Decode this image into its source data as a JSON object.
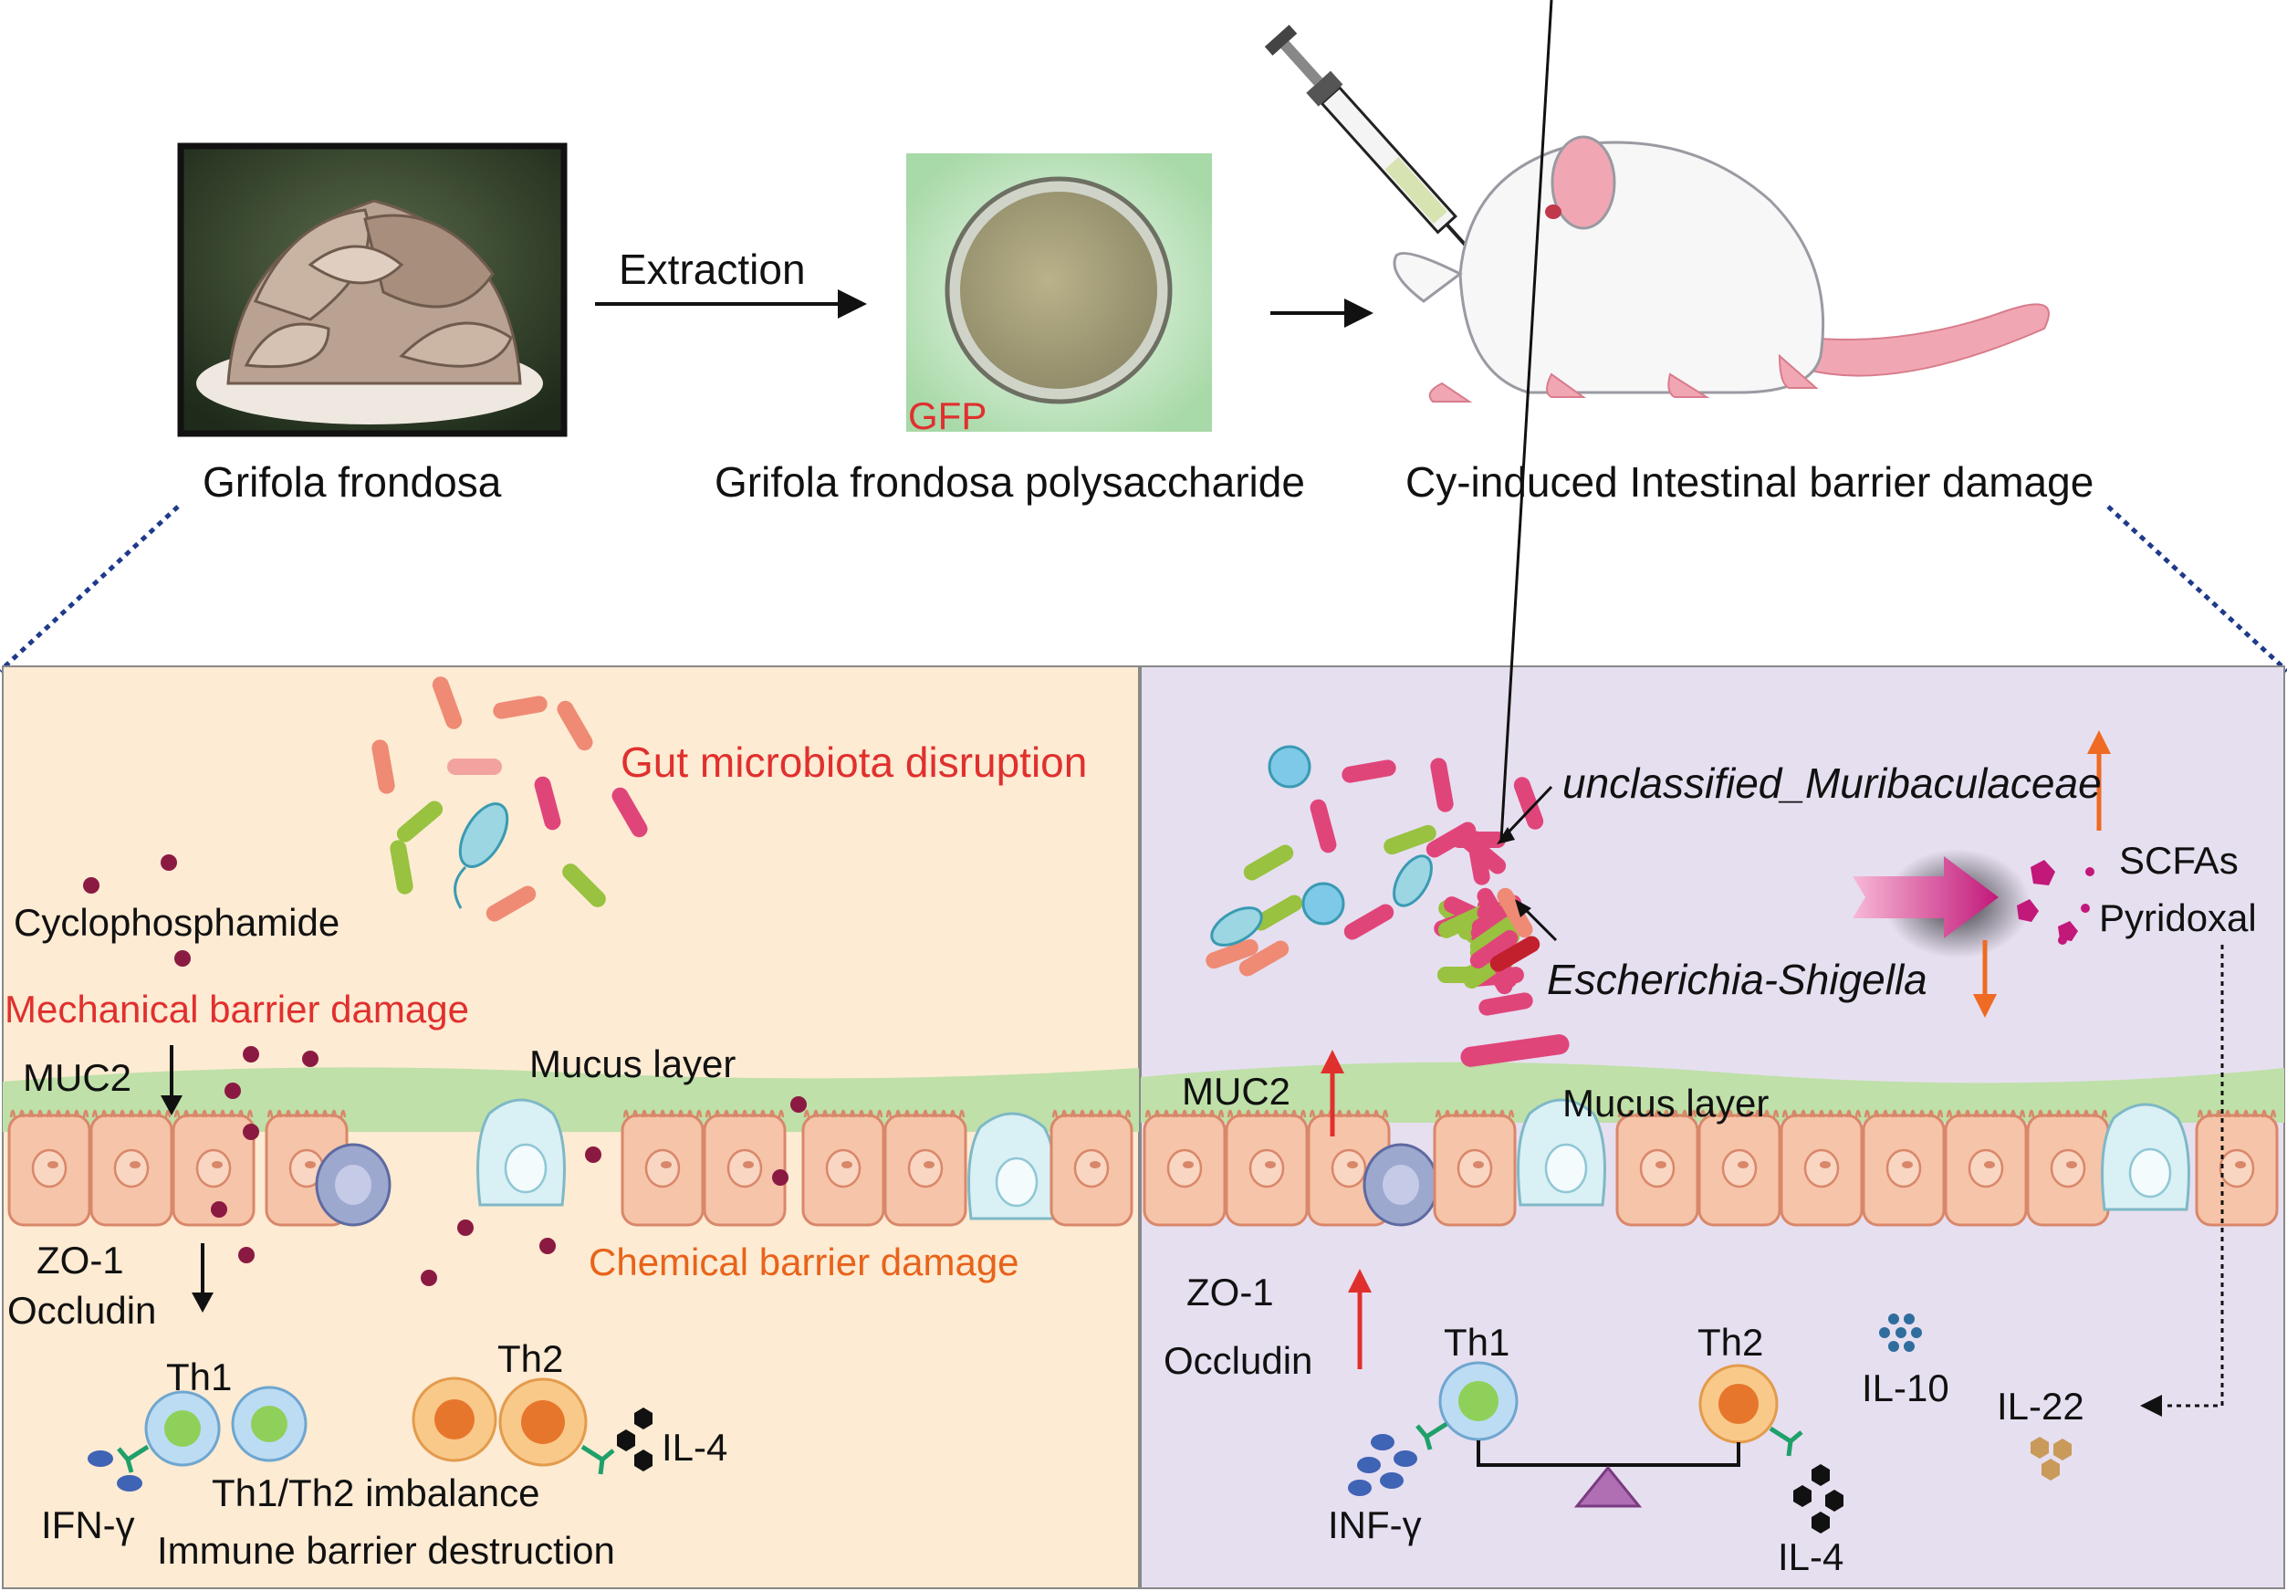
{
  "top": {
    "mushroom_label": "Grifola frondosa",
    "extraction_label": "Extraction",
    "powder_tag": "GFP",
    "polysaccharide_label": "Grifola frondosa polysaccharide",
    "model_label": "Cy-induced Intestinal barrier damage"
  },
  "left_panel": {
    "microbiota": "Gut microbiota disruption",
    "drug": "Cyclophosphamide",
    "mechanical": "Mechanical barrier damage",
    "muc2": "MUC2",
    "mucus": "Mucus layer",
    "zo1": "ZO-1",
    "occludin": "Occludin",
    "chemical": "Chemical barrier damage",
    "th1": "Th1",
    "th2": "Th2",
    "il4": "IL-4",
    "ifn": "IFN-γ",
    "imbalance": "Th1/Th2 imbalance",
    "immune": "Immune barrier destruction"
  },
  "right_panel": {
    "bacteria_1": "unclassified_Muribaculaceae",
    "bacteria_2": "Escherichia-Shigella",
    "scfas": "SCFAs",
    "pyridoxal": "Pyridoxal",
    "muc2": "MUC2",
    "mucus": "Mucus layer",
    "zo1": "ZO-1",
    "occludin": "Occludin",
    "th1": "Th1",
    "th2": "Th2",
    "il10": "IL-10",
    "il22": "IL-22",
    "inf": "INF-γ",
    "il4": "IL-4"
  },
  "colors": {
    "left_bg": "#fdebd3",
    "right_bg": "#e6dff0",
    "mucus": "#bfe0a8",
    "cell": "#f6c4a8",
    "cell_edge": "#d9876a",
    "red_text": "#e0302e",
    "orange_text": "#e8631a",
    "dotted_line": "#1f3a8a",
    "up_arrow": "#e0302e",
    "orange_arrow": "#ef6a22"
  }
}
